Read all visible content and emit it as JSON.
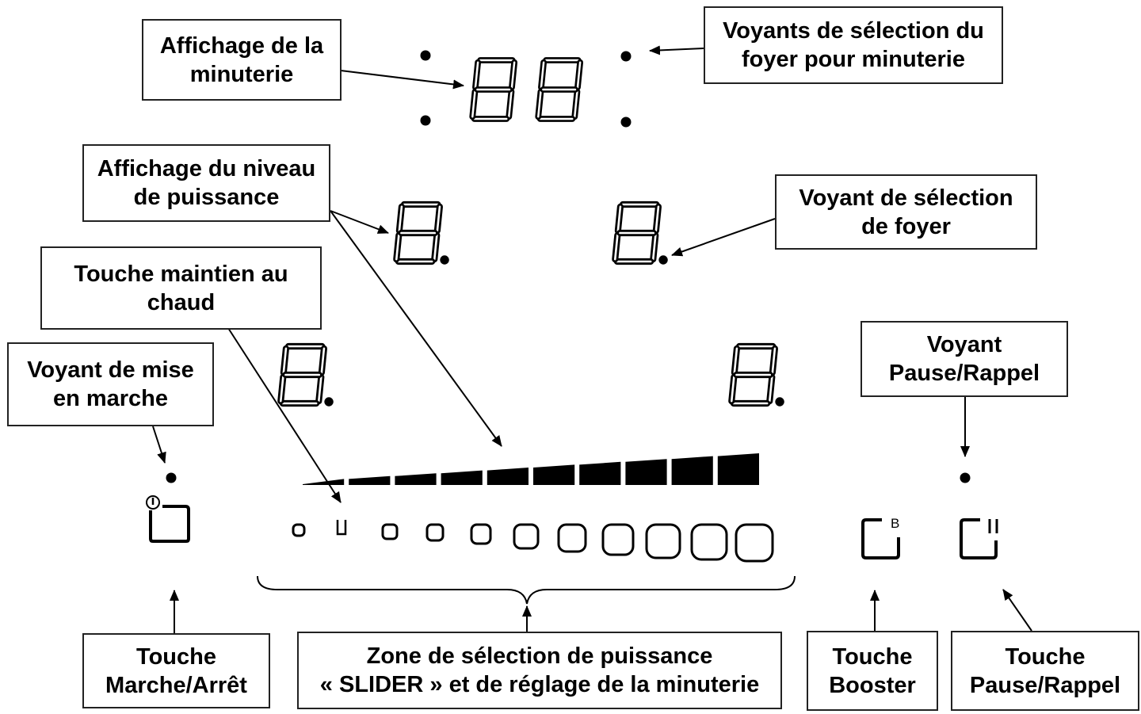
{
  "labels": {
    "timer_display": [
      "Affichage de la",
      "minuterie"
    ],
    "timer_zone_indicators": [
      "Voyants de sélection du",
      "foyer pour minuterie"
    ],
    "power_level_display": [
      "Affichage du niveau",
      "de puissance"
    ],
    "zone_selection_indicator": [
      "Voyant de sélection",
      "de foyer"
    ],
    "keep_warm_key": [
      "Touche maintien au",
      "chaud"
    ],
    "power_on_indicator": [
      "Voyant de mise",
      "en marche"
    ],
    "pause_recall_indicator": [
      "Voyant",
      "Pause/Rappel"
    ],
    "on_off_key": [
      "Touche",
      "Marche/Arrêt"
    ],
    "slider_zone": [
      "Zone de sélection de puissance",
      "« SLIDER » et de réglage de la minuterie"
    ],
    "booster_key": [
      "Touche",
      "Booster"
    ],
    "pause_recall_key": [
      "Touche",
      "Pause/Rappel"
    ]
  },
  "displays": {
    "timer": "88",
    "power_levels": [
      "8.",
      "8.",
      "8.",
      "8."
    ]
  },
  "key_markings": {
    "power_symbol": "⏻",
    "booster": "B",
    "pause": "II",
    "keep_warm": "U"
  },
  "slider": {
    "levels": 10
  },
  "colors": {
    "ink": "#000000",
    "frame": "#222222",
    "background": "#ffffff"
  }
}
